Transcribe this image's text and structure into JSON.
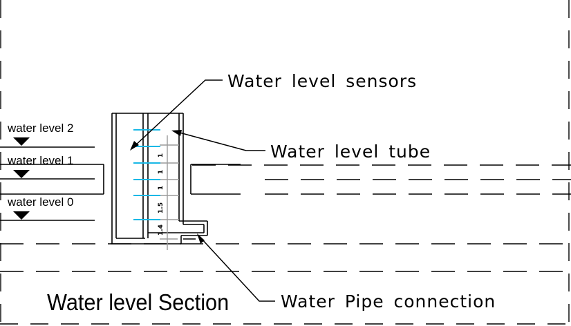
{
  "levels": [
    {
      "label": "water level 2"
    },
    {
      "label": "water level 1"
    },
    {
      "label": "water level 0"
    }
  ],
  "callouts": {
    "sensors": "Water level sensors",
    "tube": "Water level tube",
    "pipe": "Water Pipe connection"
  },
  "title": "Water level Section",
  "scale_marks": [
    "1",
    "1",
    "1",
    "1.5",
    "1.4"
  ],
  "colors": {
    "line": "#000000",
    "sensor": "#19b8e6",
    "gauge": "#9a9a9a"
  }
}
